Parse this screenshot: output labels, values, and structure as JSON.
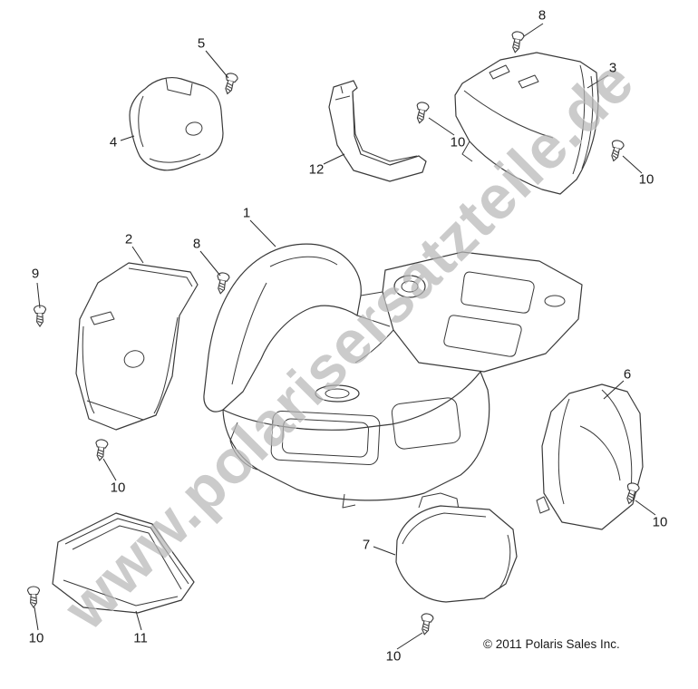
{
  "watermark": "www.polarisersatzteile.de",
  "copyright": "© 2011 Polaris Sales Inc.",
  "callouts": [
    {
      "label": "5"
    },
    {
      "label": "4"
    },
    {
      "label": "12"
    },
    {
      "label": "8"
    },
    {
      "label": "3"
    },
    {
      "label": "10"
    },
    {
      "label": "10"
    },
    {
      "label": "1"
    },
    {
      "label": "2"
    },
    {
      "label": "8"
    },
    {
      "label": "9"
    },
    {
      "label": "6"
    },
    {
      "label": "10"
    },
    {
      "label": "10"
    },
    {
      "label": "7"
    },
    {
      "label": "11"
    },
    {
      "label": "10"
    },
    {
      "label": "10"
    }
  ]
}
